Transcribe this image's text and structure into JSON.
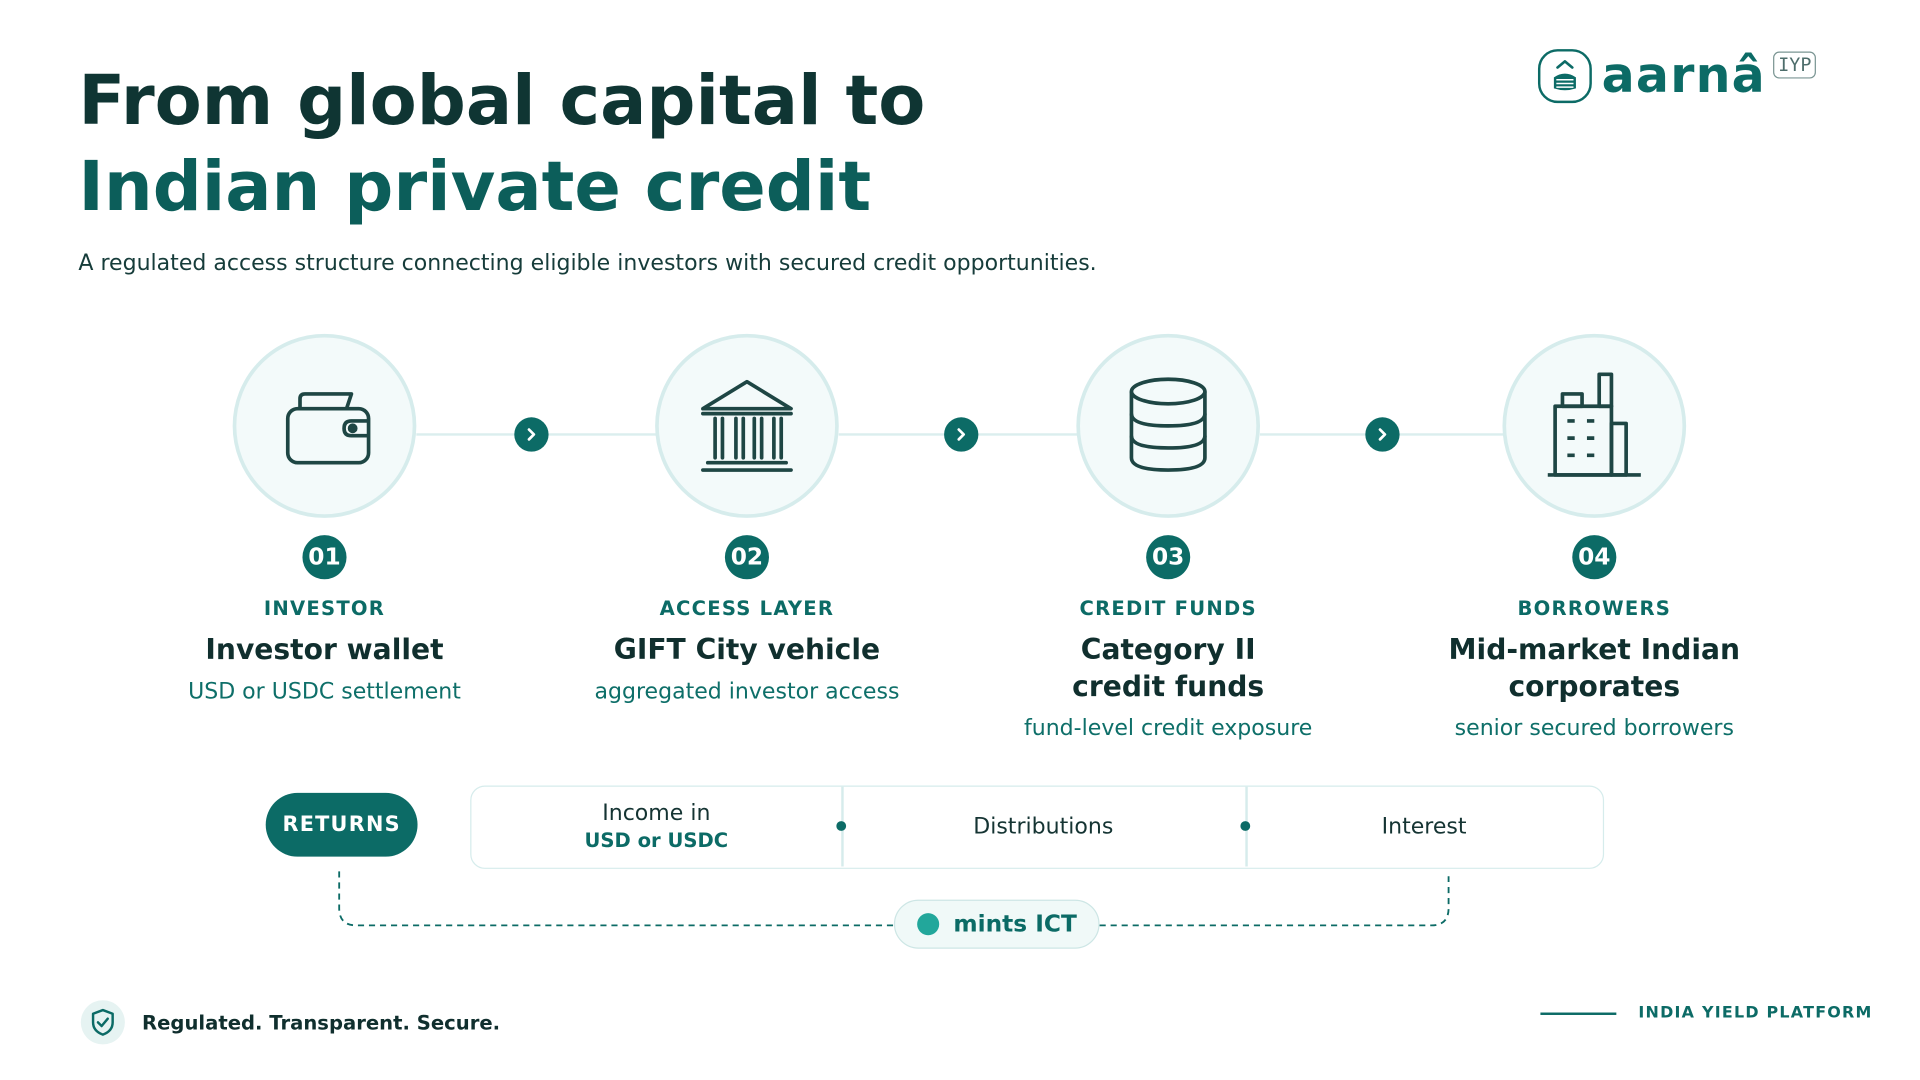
{
  "heading": {
    "line1": "From global capital to",
    "line2": "Indian private credit",
    "subtitle": "A regulated access structure connecting eligible investors with secured credit opportunities."
  },
  "logo": {
    "wordmark": "aarnâ",
    "badge": "IYP"
  },
  "steps": [
    {
      "number": "01",
      "kicker": "INVESTOR",
      "title": "Investor wallet",
      "title2": "",
      "description": "USD or USDC settlement",
      "icon": "wallet-icon"
    },
    {
      "number": "02",
      "kicker": "ACCESS LAYER",
      "title": "GIFT City vehicle",
      "title2": "",
      "description": "aggregated investor access",
      "icon": "bank-icon"
    },
    {
      "number": "03",
      "kicker": "CREDIT FUNDS",
      "title": "Category II",
      "title2": "credit funds",
      "description": "fund-level credit exposure",
      "icon": "database-icon"
    },
    {
      "number": "04",
      "kicker": "BORROWERS",
      "title": "Mid-market Indian",
      "title2": "corporates",
      "description": "senior secured borrowers",
      "icon": "building-icon"
    }
  ],
  "returns": {
    "label": "RETURNS",
    "items": [
      {
        "line1": "Income in",
        "line2": "USD or USDC"
      },
      {
        "line1": "Distributions"
      },
      {
        "line1": "Interest"
      }
    ],
    "mints": "mints ICT"
  },
  "footer": {
    "tagline": "Regulated. Transparent. Secure.",
    "brand": "INDIA YIELD PLATFORM"
  },
  "colors": {
    "primary": "#0c6b66",
    "circle_fill": "#f3fafa",
    "circle_border": "#d6ecec",
    "accent_dot": "#22a79b",
    "heading_dark": "#0f3533"
  }
}
